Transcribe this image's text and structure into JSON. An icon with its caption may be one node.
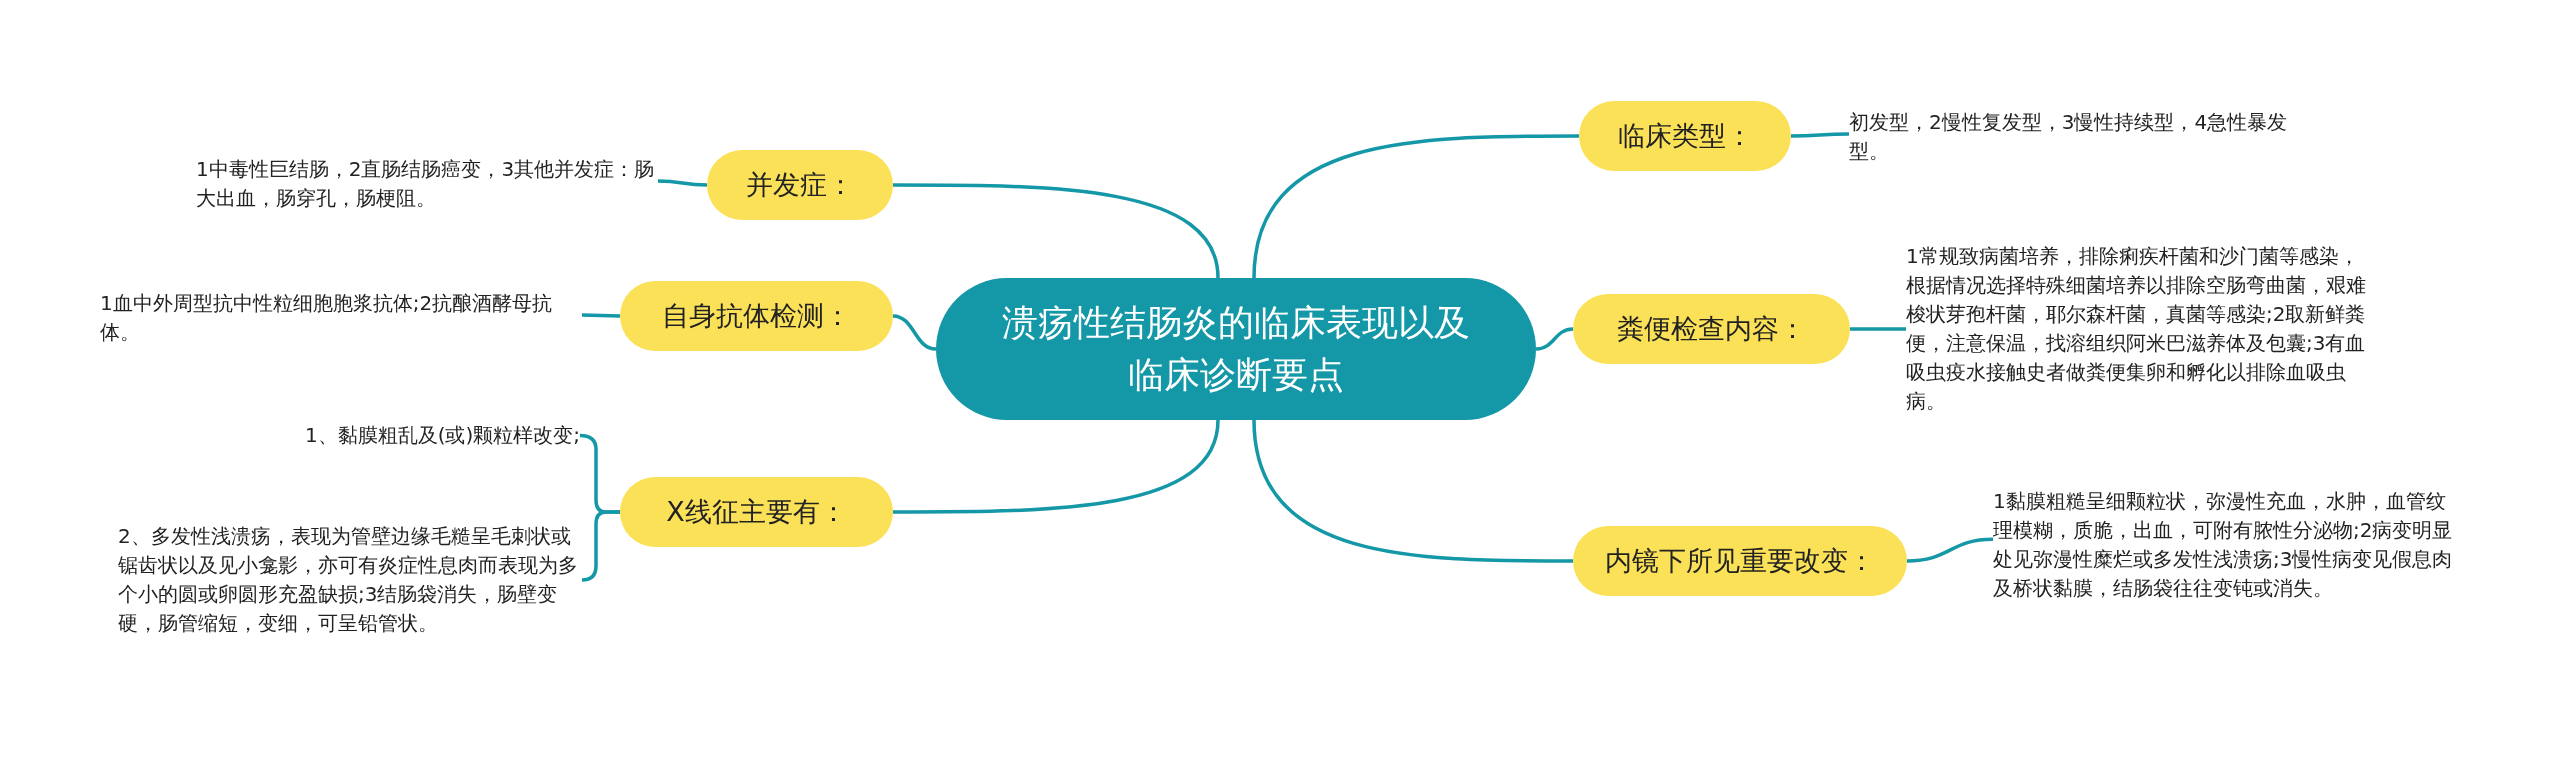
{
  "diagram": {
    "nodes": [
      {
        "text": [
          "溃疡性结肠炎的临床表现以及临床诊断要点"
        ]
      },
      {
        "text": [
          "临床类型："
        ]
      },
      {
        "text": [
          "初发型，2慢性复发型，3慢性持续型，4急性暴发型。"
        ]
      },
      {
        "text": [
          "并发症："
        ]
      },
      {
        "text": [
          "1中毒性巨结肠，2直肠结肠癌变，3其他并发症：肠大出血，肠穿孔，肠梗阻。"
        ]
      },
      {
        "text": [
          "粪便检查内容："
        ]
      },
      {
        "text": [
          "1常规致病菌培养，排除痢疾杆菌和沙门菌等感染，根据情况选择特殊细菌培养以排除空肠弯曲菌，艰难梭状芽孢杆菌，耶尔森杆菌，真菌等感染;2取新鲜粪便，注意保温，找溶组织阿米巴滋养体及包囊;3有血吸虫疫水接触史者做粪便集卵和孵化以排除血吸虫病。"
        ]
      },
      {
        "text": [
          "自身抗体检测："
        ]
      },
      {
        "text": [
          "1血中外周型抗中性粒细胞胞浆抗体;2抗酿酒酵母抗体。"
        ]
      },
      {
        "text": [
          "X线征主要有："
        ]
      },
      {
        "text": [
          "1、黏膜粗乱及(或)颗粒样改变;"
        ]
      },
      {
        "text": [
          "2、多发性浅溃疡，表现为管壁边缘毛糙呈毛刺状或锯齿状以及见小龛影，亦可有炎症性息肉而表现为多个小的圆或卵圆形充盈缺损;3结肠袋消失，肠壁变硬，肠管缩短，变细，可呈铅管状。"
        ]
      },
      {
        "text": [
          "内镜下所见重要改变："
        ]
      },
      {
        "text": [
          "1黏膜粗糙呈细颗粒状，弥漫性充血，水肿，血管纹理模糊，质脆，出血，可附有脓性分泌物;2病变明显处见弥漫性糜烂或多发性浅溃疡;3慢性病变见假息肉及桥状黏膜，结肠袋往往变钝或消失。"
        ]
      }
    ],
    "edges": [
      {
        "from": 0,
        "to": 1,
        "arrow": "none"
      },
      {
        "from": 1,
        "to": 2,
        "arrow": "none"
      },
      {
        "from": 0,
        "to": 3,
        "arrow": "none"
      },
      {
        "from": 3,
        "to": 4,
        "arrow": "none"
      },
      {
        "from": 0,
        "to": 5,
        "arrow": "none"
      },
      {
        "from": 5,
        "to": 6,
        "arrow": "none"
      },
      {
        "from": 0,
        "to": 7,
        "arrow": "none"
      },
      {
        "from": 7,
        "to": 8,
        "arrow": "none"
      },
      {
        "from": 0,
        "to": 9,
        "arrow": "none"
      },
      {
        "from": 9,
        "to": 10,
        "arrow": "none"
      },
      {
        "from": 9,
        "to": 11,
        "arrow": "none"
      },
      {
        "from": 0,
        "to": 12,
        "arrow": "none"
      },
      {
        "from": 12,
        "to": 13,
        "arrow": "none"
      }
    ]
  }
}
